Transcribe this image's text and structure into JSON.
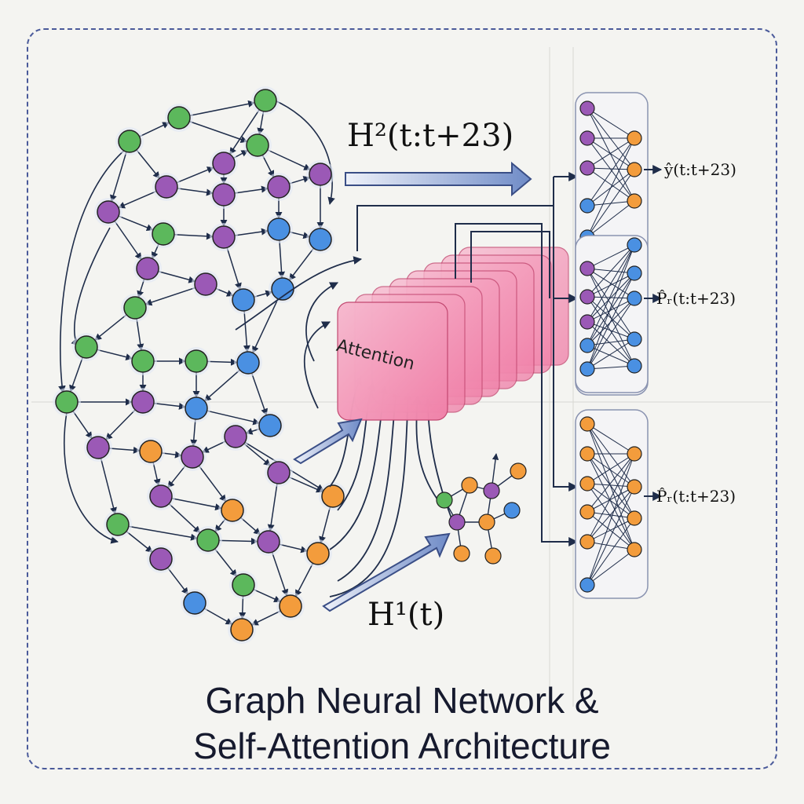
{
  "labels": {
    "h2": "H²(t:t+23)",
    "h1": "H¹(t)",
    "attention": "Attention",
    "y_out": "ŷ(t:t+23)",
    "p_out_1": "P̂ᵣ(t:t+23)",
    "p_out_2": "P̂ᵣ(t:t+23)"
  },
  "title": {
    "line1": "Graph Neural Network &",
    "line2": "Self-Attention Architecture"
  },
  "colors": {
    "green": "#5cb85c",
    "purple": "#9b59b6",
    "blue": "#4a90e2",
    "orange": "#f39c3c",
    "attention": "#f27aa0",
    "edge": "#1f2d4a",
    "frame": "#4a5a9a"
  }
}
